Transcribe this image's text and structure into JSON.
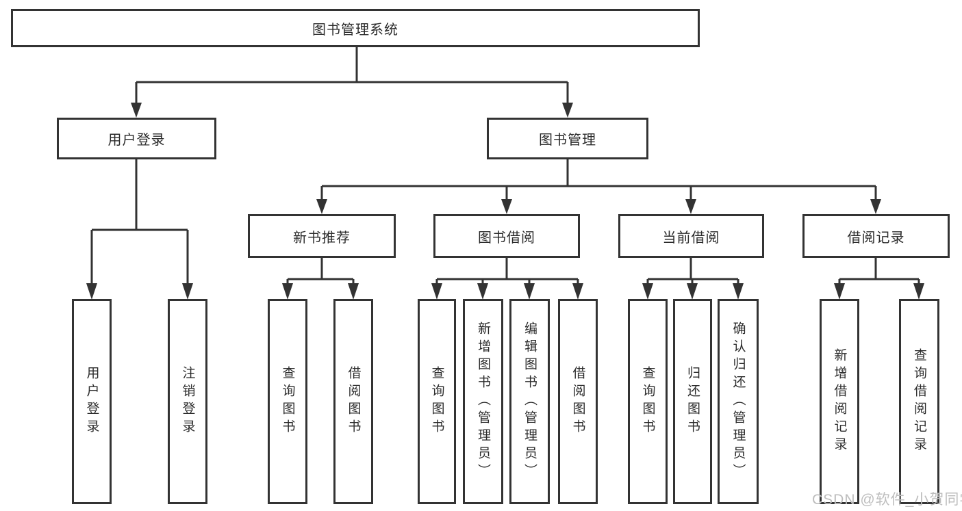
{
  "tree": {
    "label": "图书管理系统",
    "children": [
      {
        "label": "用户登录",
        "children": [
          {
            "label": "用户登录"
          },
          {
            "label": "注销登录"
          }
        ]
      },
      {
        "label": "图书管理",
        "children": [
          {
            "label": "新书推荐",
            "children": [
              {
                "label": "查询图书"
              },
              {
                "label": "借阅图书"
              }
            ]
          },
          {
            "label": "图书借阅",
            "children": [
              {
                "label": "查询图书"
              },
              {
                "label": "新增图书（管理员）"
              },
              {
                "label": "编辑图书（管理员）"
              },
              {
                "label": "借阅图书"
              }
            ]
          },
          {
            "label": "当前借阅",
            "children": [
              {
                "label": "查询图书"
              },
              {
                "label": "归还图书"
              },
              {
                "label": "确认归还（管理员）"
              }
            ]
          },
          {
            "label": "借阅记录",
            "children": [
              {
                "label": "新增借阅记录"
              },
              {
                "label": "查询借阅记录"
              }
            ]
          }
        ]
      }
    ]
  },
  "watermark": {
    "text": "CSDN @软件_小贺同学"
  },
  "colors": {
    "line": "#333333",
    "text": "#2b2b2b",
    "watermark": "#bdbdbd",
    "background": "#ffffff"
  }
}
